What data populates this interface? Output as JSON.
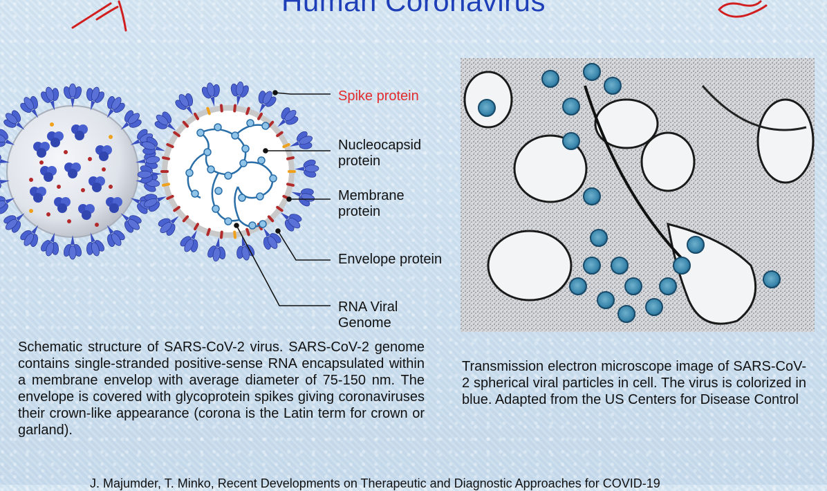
{
  "title": "Human Coronavirus",
  "diagram": {
    "labels": {
      "spike": "Spike protein",
      "nucleocapsid": "Nucleocapsid\nprotein",
      "membrane": "Membrane\nprotein",
      "envelope": "Envelope protein",
      "rna": "RNA Viral\nGenome"
    },
    "colors": {
      "spike": "#3a4fbf",
      "envelope": "#c9c9c9",
      "rna": "#2a6ea8",
      "membrane": "#b22a2a",
      "spike_label": "#e32b2b",
      "title": "#1e3fb8"
    }
  },
  "captions": {
    "schematic": "Schematic structure of SARS-CoV-2 virus. SARS-CoV-2 genome contains single-stranded positive-sense RNA encapsulated within a membrane envelop with average diameter of 75-150 nm. The envelope is covered with glycoprotein spikes giving coronaviruses their crown-like appearance (corona is the Latin term for crown or garland).",
    "tem": "Transmission electron microscope image of SARS-CoV-2 spherical viral particles in cell. The virus is colorized in blue. Adapted from the US Centers for Disease Control"
  },
  "reference": "J. Majumder, T. Minko, Recent Developments on Therapeutic and Diagnostic Approaches for COVID-19"
}
